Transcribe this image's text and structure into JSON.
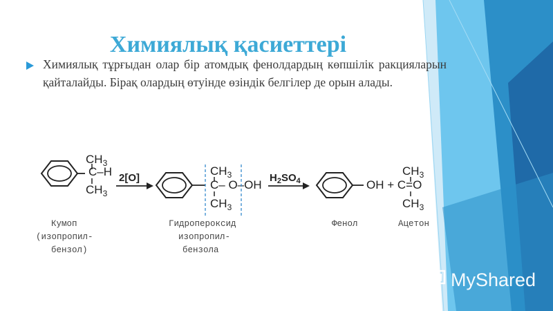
{
  "slide": {
    "title": "Химиялық қасиеттері",
    "body": "Химиялық тұрғыдан олар бір атомдық фенолдардың көпшілік ракцияларын қайталайды. Бірақ олардың өтуінде өзіндік белгілер де орын алады."
  },
  "reaction": {
    "ch3": "CH",
    "sub3": "3",
    "c_h": "C–H",
    "c_o_oh": "C– O–OH",
    "reagent1": "2[O]",
    "reagent2_main": "H",
    "reagent2_sub": "2",
    "reagent2_so": "SO",
    "reagent2_sub4": "4",
    "oh_plus": "OH + C=O",
    "captions": {
      "cumene": [
        "Кумоп",
        "(изопропил-",
        "бензол)"
      ],
      "hydroperoxide": [
        "Гидропероксид",
        "изопропил-",
        "бензола"
      ],
      "phenol": [
        "Фенол"
      ],
      "acetone": [
        "Ацетон"
      ]
    }
  },
  "watermark": {
    "text": "MyShared",
    "icon": "presentation-board-icon"
  },
  "colors": {
    "title": "#3da9d6",
    "accent_light": "#6ec6ee",
    "accent_mid": "#2c8fc8",
    "accent_dark": "#1c5f9c",
    "bullet": "#2a9ad8"
  }
}
